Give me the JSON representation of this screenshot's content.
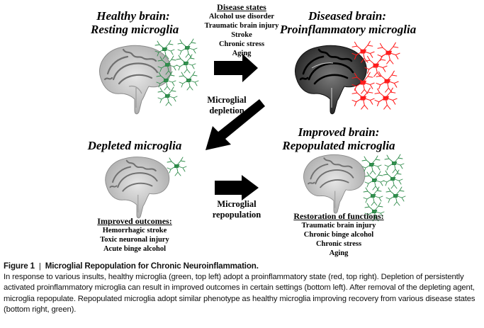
{
  "figure": {
    "panels": {
      "top_left": {
        "title_line1": "Healthy brain:",
        "title_line2": "Resting microglia",
        "brain_style": "healthy-gray",
        "microglia_color": "#2e8b4a",
        "microglia_count": 7
      },
      "top_right": {
        "title_line1": "Diseased brain:",
        "title_line2": "Proinflammatory microglia",
        "brain_style": "diseased-dark",
        "microglia_color": "#ff1a1a",
        "microglia_count": 7
      },
      "bottom_left": {
        "title": "Depleted microglia",
        "brain_style": "healthy-gray",
        "microglia_color": "#2e8b4a",
        "microglia_count": 1,
        "list_header": "Improved outcomes:",
        "list_items": [
          "Hemorrhagic stroke",
          "Toxic neuronal injury",
          "Acute binge alcohol"
        ]
      },
      "bottom_right": {
        "title_line1": "Improved brain:",
        "title_line2": "Repopulated microglia",
        "brain_style": "healthy-gray",
        "microglia_color": "#2e8b4a",
        "microglia_count": 7,
        "list_header": "Restoration of functions:",
        "list_items": [
          "Traumatic brain injury",
          "Chronic binge alcohol",
          "Chronic stress",
          "Aging"
        ]
      }
    },
    "disease_states": {
      "header": "Disease states",
      "items": [
        "Alcohol use disorder",
        "Traumatic brain injury",
        "Stroke",
        "Chronic stress",
        "Aging"
      ]
    },
    "arrows": {
      "depletion_line1": "Microglial",
      "depletion_line2": "depletion",
      "repopulation_line1": "Microglial",
      "repopulation_line2": "repopulation"
    }
  },
  "caption": {
    "label": "Figure 1",
    "separator": "|",
    "title": "Microglial Repopulation for Chronic Neuroinflammation.",
    "body": "In response to various insults, healthy microglia (green, top left) adopt a proinflammatory state (red, top right). Depletion of persistently activated proinflammatory microglia can result in improved outcomes in certain settings (bottom left). After removal of the depleting agent, microglia repopulate. Repopulated microglia adopt similar phenotype as healthy microglia improving recovery from various disease states (bottom right, green)."
  }
}
